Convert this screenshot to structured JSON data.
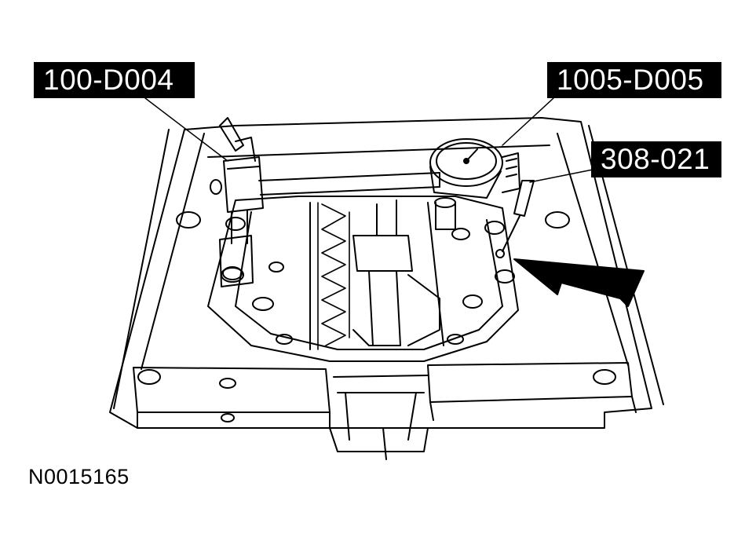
{
  "callouts": {
    "tool_a": "100-D004",
    "tool_b": "1005-D005",
    "tool_c": "308-021"
  },
  "figure_id": "N0015165",
  "colors": {
    "ink": "#000000",
    "paper": "#ffffff"
  }
}
